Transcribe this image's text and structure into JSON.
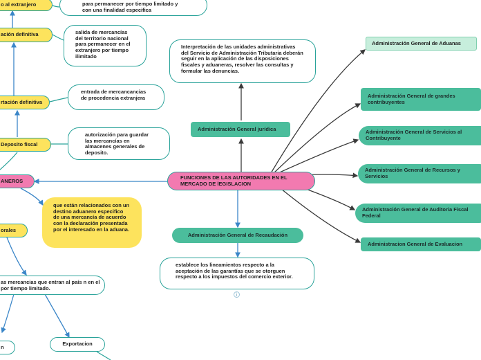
{
  "center": {
    "text": "FUNCIONES DE LAS AUTORIDADES EN EL MERCADO DE lEGISLACION",
    "color": "#f27ab0"
  },
  "administraciones": [
    "Administración General de Aduanas",
    "Administración General de grandes contribuyentes",
    "Administración General de Servicios al Contribuyente",
    "Administración General de Recursos y Servicios",
    "Administración General de Auditoria Fiscal Federal",
    "Administracion General de Evaluacion"
  ],
  "juridica": {
    "label": "Administración General jurídica",
    "description": "Interpretación de las unidades administrativas del Servicio de Administración Tributaria deberán seguir en la aplicación de las disposiciones fiscales y aduaneras, resolver las consultas y formular las denuncias."
  },
  "recaudacion": {
    "label": "Administración General de Recaudación",
    "description": "establece los lineamientos respecto a la aceptación de las garantías que se otorguen respecto a los impuestos del comercio exterior."
  },
  "left_branch": {
    "aduaneros": "ANEROS",
    "aduaneros_desc": "que están relacionados con un destino aduanero especifico de una mercancía de acuerdo con la declaración presentada por el interesado en la aduana.",
    "deposito": "Deposito fiscal",
    "deposito_desc": "autorización para guardar las mercancías en almacenes generales de deposito.",
    "importacion": "rtación definitiva",
    "importacion_desc": "entrada de mercancancias de procedencia extranjera",
    "exportacion": "ación definitiva",
    "exportacion_desc": "salida de mercancías del territorio nacional para permanecer en el extranjero por tiempo ilimitado",
    "temporal_top": "o al extranjero",
    "temporal_top_desc": "para permanecer por tiempo limitado y con una finalidad especifica",
    "temporales": "orales",
    "temporales_desc": "as mercancias que entran al país n en el por tiempo limitado.",
    "importacion_bottom": "n",
    "exportacion_bottom": "Exportacion"
  },
  "colors": {
    "teal": "#4bbd9c",
    "yellow": "#fde35d",
    "line_teal": "#2aa39a",
    "line_dark": "#3a3a3a",
    "line_blue": "#3b86c8"
  },
  "info_icon": "i"
}
